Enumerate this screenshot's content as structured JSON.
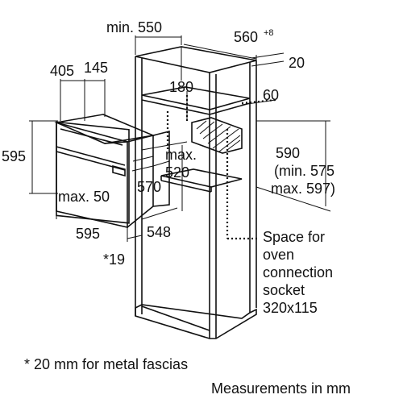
{
  "dimensions": {
    "top_width": "min. 550",
    "top_depth": "560",
    "top_depth_sup": "+8",
    "top_gap": "20",
    "oven_depth_1": "405",
    "oven_depth_2": "145",
    "shelf_depth": "180",
    "shelf_gap": "60",
    "oven_height": "595",
    "niche_height_1": "590",
    "niche_height_2": "(min. 575",
    "niche_height_3": "max. 597)",
    "max_depth_1": "max.",
    "max_depth_2": "520",
    "oven_width": "595",
    "panel_offset": "max. 50",
    "inner_depth": "570",
    "inner_width": "548",
    "fascia_note_mark": "*19"
  },
  "socket_note": {
    "line1": "Space for",
    "line2": "oven",
    "line3": "connection",
    "line4": "socket",
    "line5": "320x115"
  },
  "footnote": "* 20 mm for metal fascias",
  "units_note": "Measurements in mm"
}
